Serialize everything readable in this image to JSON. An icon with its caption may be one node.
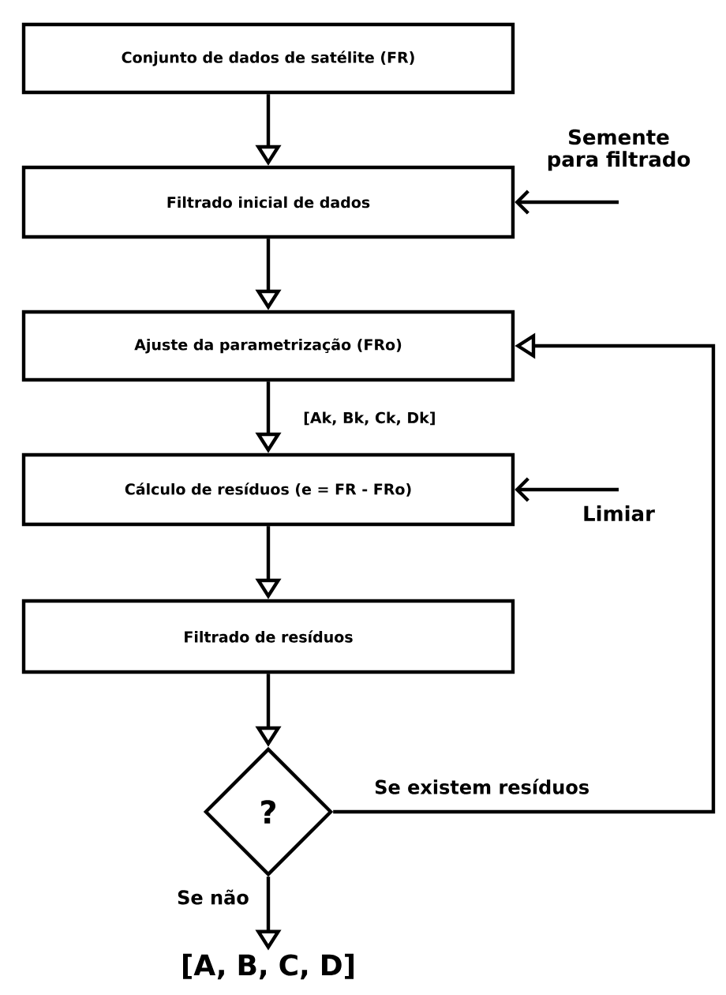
{
  "diagram": {
    "nodes": [
      {
        "text": [
          "Conjunto de dados de satélite (FR)"
        ]
      },
      {
        "text": [
          "Filtrado inicial de dados"
        ]
      },
      {
        "text": [
          "Ajuste da parametrização (FRo)"
        ]
      },
      {
        "text": [
          "Cálculo de resíduos (e = FR - FRo)"
        ]
      },
      {
        "text": [
          "Filtrado de resíduos"
        ]
      },
      {
        "text": [
          "?"
        ]
      },
      {
        "text": [
          "[A, B, C, D]"
        ]
      },
      {
        "text": [
          "Semente para filtrado"
        ]
      },
      {
        "text": [
          "Limiar"
        ]
      }
    ],
    "edges": [
      {
        "from": 0,
        "to": 1,
        "arrow": "to"
      },
      {
        "from": 1,
        "to": 2,
        "arrow": "to"
      },
      {
        "from": 2,
        "to": 3,
        "arrow": "to",
        "label": "[Ak, Bk, Ck, Dk]"
      },
      {
        "from": 3,
        "to": 4,
        "arrow": "to"
      },
      {
        "from": 4,
        "to": 5,
        "arrow": "to"
      },
      {
        "from": 5,
        "to": 6,
        "arrow": "to",
        "label": "Se não"
      },
      {
        "from": 5,
        "to": 2,
        "arrow": "to",
        "label": "Se existem resíduos"
      },
      {
        "from": 7,
        "to": 1,
        "arrow": "to"
      },
      {
        "from": 8,
        "to": 3,
        "arrow": "to"
      }
    ]
  }
}
